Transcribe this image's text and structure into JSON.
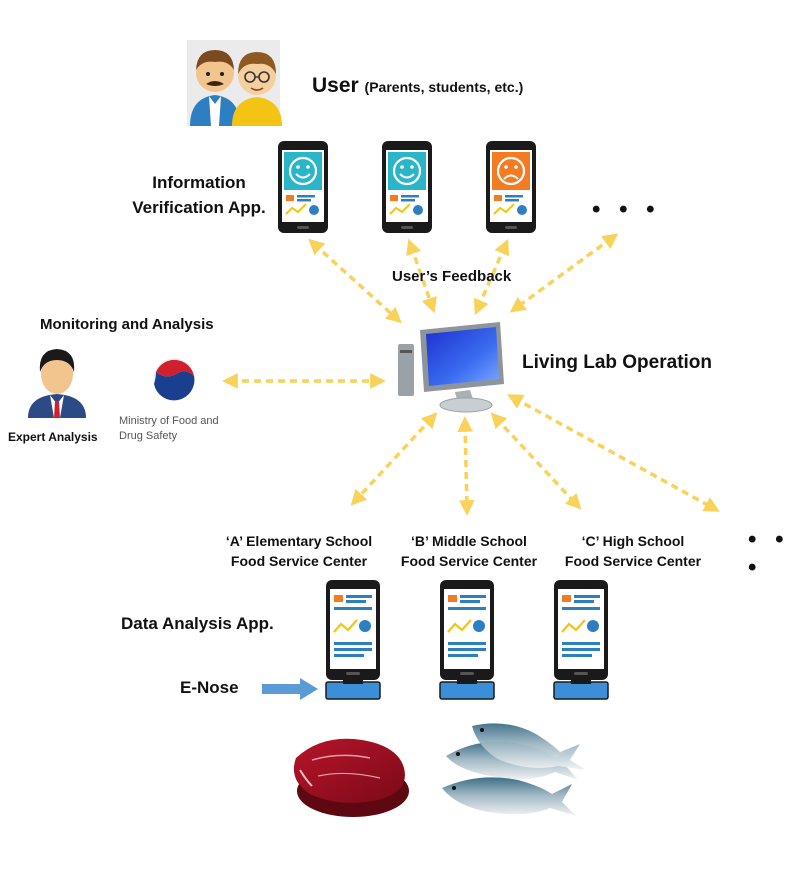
{
  "user": {
    "title": "User",
    "subtitle": "(Parents, students, etc.)"
  },
  "info_app": {
    "line1": "Information",
    "line2": "Verification App."
  },
  "feedback_label": "User’s Feedback",
  "monitoring_label": "Monitoring and Analysis",
  "expert_label": "Expert Analysis",
  "ministry": {
    "line1": "Ministry of Food and",
    "line2": "Drug Safety"
  },
  "operation_label": "Living Lab Operation",
  "schools": [
    {
      "line1": "‘A’ Elementary School",
      "line2": "Food Service Center"
    },
    {
      "line1": "‘B’ Middle School",
      "line2": "Food Service Center"
    },
    {
      "line1": "‘C’ High School",
      "line2": "Food Service Center"
    }
  ],
  "data_app_label": "Data Analysis App.",
  "enose_label": "E-Nose",
  "ellipsis": "• • •",
  "colors": {
    "arrow": "#f9d25a",
    "phone": "#1a1a1a",
    "happy_screen": "#2ab5c8",
    "sad_screen": "#f37b21",
    "enose_base": "#3a8fd8",
    "enose_arrow": "#5b9bd5"
  },
  "icons": [
    "users-icon",
    "happy-phone-icon",
    "sad-phone-icon",
    "computer-icon",
    "expert-icon",
    "ministry-logo",
    "data-phone-icon",
    "meat-image",
    "fish-image"
  ]
}
